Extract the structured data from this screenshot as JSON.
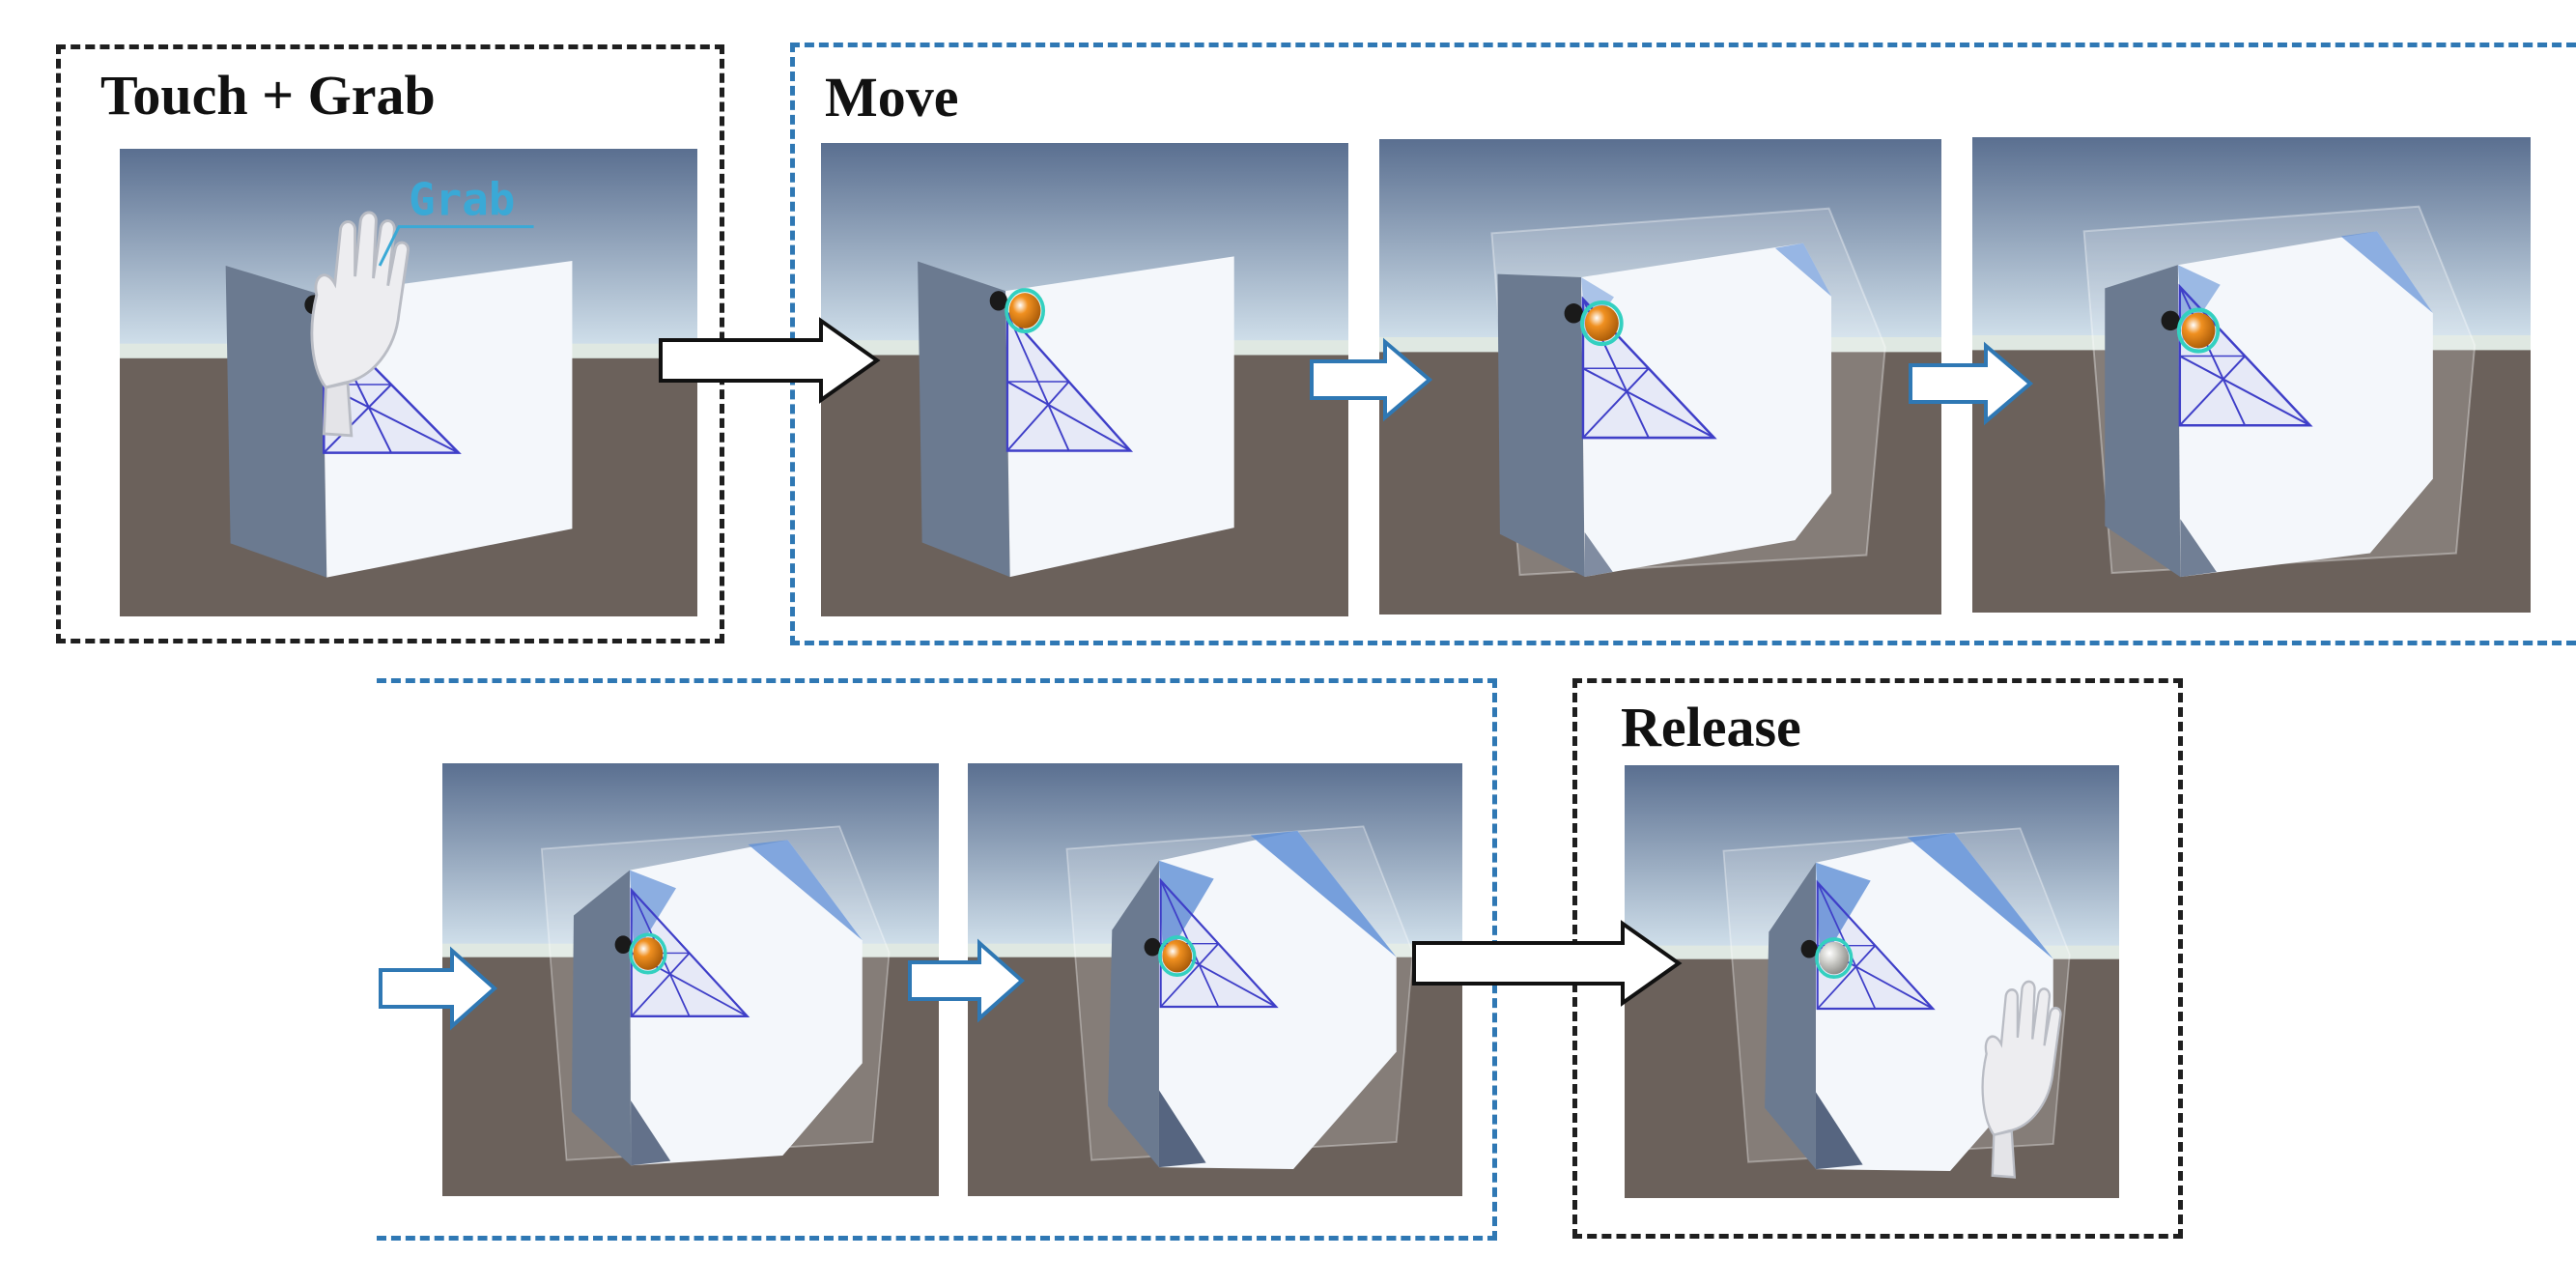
{
  "stages": {
    "touch_grab": {
      "label": "Touch + Grab"
    },
    "move": {
      "label": "Move"
    },
    "release": {
      "label": "Release"
    }
  },
  "annotations": {
    "grab": "Grab"
  },
  "colors": {
    "black_group_border": "#1f1f1f",
    "blue_group_border": "#2f78b4",
    "sky_top": "#5a6f90",
    "sky_bottom": "#d7e6f0",
    "ground": "#6b615b",
    "cube_front": "#f4f7fb",
    "cube_side": "#6b7a90",
    "facet_blue": "#5f8fd6",
    "wireframe": "#3f3fc8",
    "sphere_active": "#f09020",
    "sphere_released": "#d8d8d4",
    "contact_point": "#1a1a1a",
    "sphere_ring": "#33d0c0"
  },
  "panels": [
    {
      "id": "panel-1",
      "stage": "touch_grab",
      "shows_hand": true,
      "sphere": "active",
      "cut_level": 0
    },
    {
      "id": "panel-2",
      "stage": "move",
      "shows_hand": false,
      "sphere": "active",
      "cut_level": 0
    },
    {
      "id": "panel-3",
      "stage": "move",
      "shows_hand": false,
      "sphere": "active",
      "cut_level": 1
    },
    {
      "id": "panel-4",
      "stage": "move",
      "shows_hand": false,
      "sphere": "active",
      "cut_level": 2
    },
    {
      "id": "panel-5",
      "stage": "move",
      "shows_hand": false,
      "sphere": "active",
      "cut_level": 3
    },
    {
      "id": "panel-6",
      "stage": "move",
      "shows_hand": false,
      "sphere": "active",
      "cut_level": 4
    },
    {
      "id": "panel-7",
      "stage": "release",
      "shows_hand": true,
      "sphere": "released",
      "cut_level": 4
    }
  ]
}
